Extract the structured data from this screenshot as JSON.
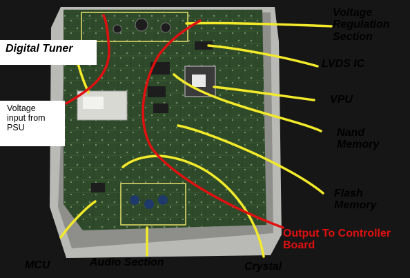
{
  "labels": {
    "voltage_regulation": [
      "Voltage",
      "Regulation",
      "Section"
    ],
    "digital_tuner": "Digital Tuner",
    "voltage_input": [
      "Voltage",
      "input from",
      "PSU"
    ],
    "lvds_ic": "LVDS IC",
    "vpu": "VPU",
    "nand_memory": [
      "Nand",
      "Memory"
    ],
    "flash_memory": [
      "Flash",
      "Memory"
    ],
    "output_controller": [
      "Output To Controller",
      "Board"
    ],
    "mcu": "MCU",
    "audio_section": "Audio Section",
    "crystal": "Crystal"
  },
  "colors": {
    "board": "#2e4a2a",
    "chassis": "#b9b9b6",
    "yellow_arrow": "#f2ea2a",
    "red_arrow": "#e01010",
    "label_bg": "#ffffff",
    "background": "#1a1a1a"
  }
}
